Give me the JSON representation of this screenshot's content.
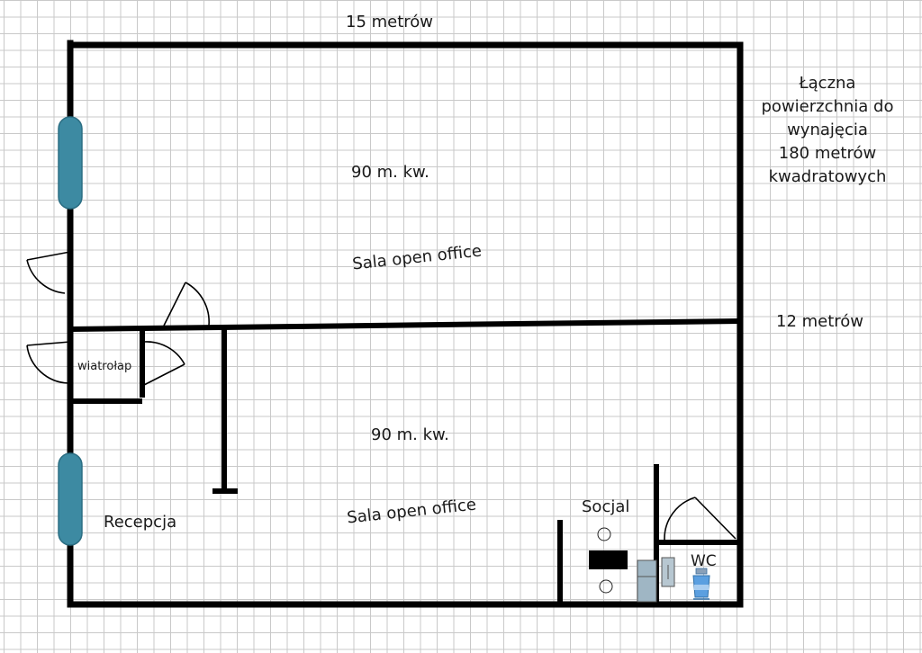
{
  "dimensions": {
    "width_label": "15 metrów",
    "height_label": "12 metrów"
  },
  "total_area_note": [
    "Łączna",
    "powierzchnia do",
    "wynajęcia",
    "180 metrów",
    "kwadratowych"
  ],
  "rooms": {
    "upper": {
      "area": "90 m. kw.",
      "name": "Sala open office"
    },
    "lower": {
      "area": "90 m. kw.",
      "name": "Sala open office"
    },
    "vestibule": "wiatrołap",
    "reception": "Recepcja",
    "social": "Socjal",
    "wc": "WC"
  },
  "colors": {
    "wall": "#000000",
    "window": "#3d8aa2",
    "grid": "#c9c9c9"
  }
}
